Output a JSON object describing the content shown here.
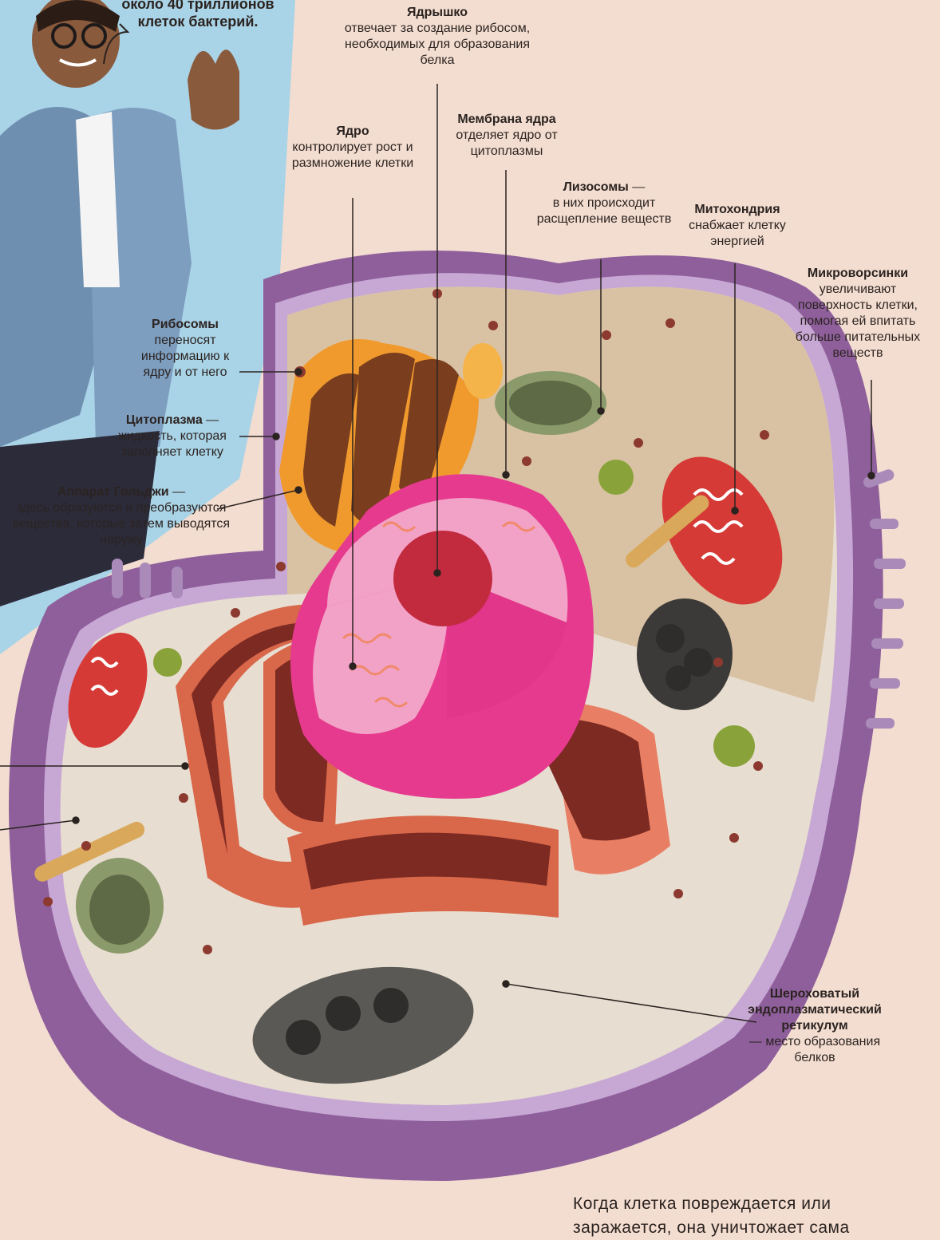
{
  "colors": {
    "background": "#f3ddd0",
    "membrane": "#8e5f9b",
    "membrane_inner": "#c7a7d4",
    "cytoplasm": "#e7ddd0",
    "cytoplasm_tan": "#d9c2a3",
    "nucleus": "#e63a8e",
    "nucleus_inner": "#f2a2c6",
    "nucleolus": "#c22a3e",
    "golgi": "#f09a2e",
    "rough_er": "#7c2a22",
    "rough_er_outer": "#d9674a",
    "mitochondria": "#d63a36",
    "lysosome": "#6d7a55",
    "person_shirt": "#6f8fb1"
  },
  "speech_bubble": {
    "line1": "около 40 триллионов",
    "line2": "клеток бактерий."
  },
  "labels": {
    "nucleolus": {
      "title": "Ядрышко",
      "body": "отвечает за создание рибосом, необходимых для образования белка"
    },
    "nucleus": {
      "title": "Ядро",
      "body": "контролирует рост и размножение клетки"
    },
    "nuclear_membrane": {
      "title": "Мембрана ядра",
      "body": "отделяет ядро от цитоплазмы"
    },
    "lysosomes": {
      "title": "Лизосомы",
      "dash": " —",
      "body": "в них происходит расщепление веществ"
    },
    "mitochondria": {
      "title": "Митохондрия",
      "body": "снабжает клетку энергией"
    },
    "microvilli": {
      "title": "Микроворсинки",
      "body": "увеличивают поверхность клетки, помогая ей впитать больше питательных веществ"
    },
    "ribosomes": {
      "title": "Рибосомы",
      "body": "переносят информацию к ядру и от него"
    },
    "cytoplasm": {
      "title": "Цитоплазма",
      "dash": " —",
      "body": "жидкость, которая заполняет клетку"
    },
    "golgi": {
      "title": "Аппарат Гольджи",
      "dash": " —",
      "body": "здесь образуются и преобразуются вещества, которые затем выводятся наружу"
    },
    "rough_er": {
      "title": "Шероховатый эндоплазматический ретикулум",
      "dash": " —",
      "body": "место образования белков"
    }
  },
  "bottom_text": {
    "line1": "Когда клетка повреждается или",
    "line2": "заражается, она уничтожает сама"
  }
}
